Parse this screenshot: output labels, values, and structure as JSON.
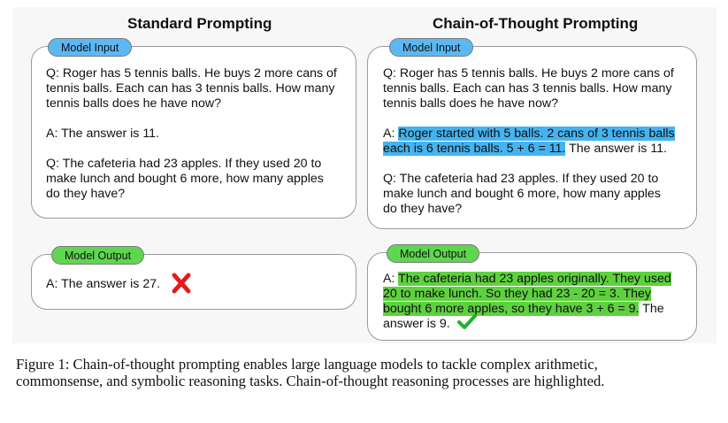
{
  "titles": {
    "standard": "Standard Prompting",
    "cot": "Chain-of-Thought Prompting"
  },
  "labels": {
    "model_input": "Model Input",
    "model_output": "Model Output"
  },
  "standard": {
    "input_lines": [
      "Q: Roger has 5 tennis balls. He buys 2 more cans of",
      "tennis balls. Each can has 3 tennis balls. How many",
      "tennis balls does he have now?",
      "A: The answer is 11.",
      "Q: The cafeteria had 23 apples. If they used 20 to",
      "make lunch and bought 6 more, how many apples",
      "do they have?"
    ],
    "output_text": "A: The answer is 27.",
    "output_mark": "cross-icon",
    "mark_color": "#e41a1c"
  },
  "cot": {
    "input_q1_lines": [
      "Q: Roger has 5 tennis balls. He buys 2 more cans of",
      "tennis balls. Each can has 3 tennis balls. How many",
      "tennis balls does he have now?"
    ],
    "input_a_prefix": "A: ",
    "input_a_hl1": "Roger started with 5 balls. 2 cans of 3 tennis balls",
    "input_a_hl2": "each is 6 tennis balls. 5 + 6 = 11.",
    "input_a_suffix": " The answer is 11.",
    "input_q2_lines": [
      "Q: The cafeteria had 23 apples. If they used 20 to",
      "make lunch and bought 6 more, how many apples",
      "do they have?"
    ],
    "output_prefix": "A: ",
    "output_hl1": "The cafeteria had 23 apples originally. They used",
    "output_hl2": "20 to make lunch. So they had 23 - 20 = 3. They",
    "output_hl3": "bought 6 more apples, so they have 3 + 6 = 9.",
    "output_suffix1": " The",
    "output_line4": "answer is 9.",
    "output_mark": "checkmark-icon",
    "mark_color": "#1db32a",
    "highlight_input_color": "#45b3f0",
    "highlight_output_color": "#5ed13f"
  },
  "caption": {
    "line1": "Figure 1:  Chain-of-thought prompting enables large language models to tackle complex arithmetic,",
    "line2": "commonsense, and symbolic reasoning tasks. Chain-of-thought reasoning processes are highlighted."
  }
}
